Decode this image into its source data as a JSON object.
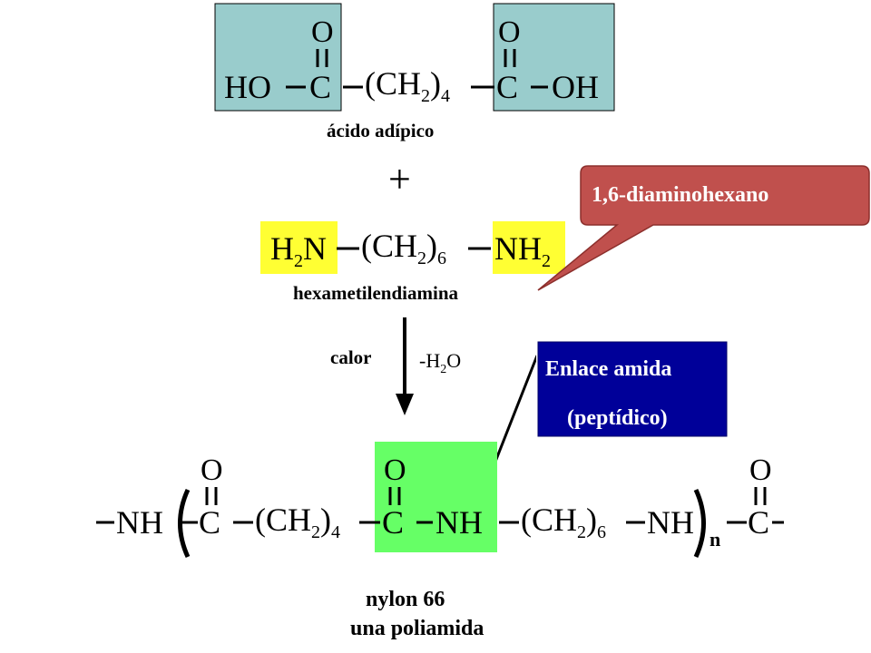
{
  "colors": {
    "carboxyl_box": "#99cccc",
    "amine_box": "#ffff33",
    "amide_box": "#66ff66",
    "callout_red": "#c0504d",
    "callout_blue": "#000099"
  },
  "adipic": {
    "o_left": "O",
    "o_right": "O",
    "ho": "HO",
    "c_left": "C",
    "ch2": "(CH",
    "sub2": "2",
    "close": ")",
    "sub4": "4",
    "c_right": "C",
    "oh": "OH",
    "label": "ácido adípico"
  },
  "plus": "+",
  "diamine": {
    "h": "H",
    "sub2a": "2",
    "n": "N",
    "ch2": "(CH",
    "sub2b": "2",
    "close": ")",
    "sub6": "6",
    "nh": "NH",
    "sub2c": "2",
    "label": "hexametilendiamina"
  },
  "callout_red": {
    "text": "1,6-diaminohexano"
  },
  "reaction": {
    "calor": "calor",
    "water_minus_h": "-H",
    "water_sub": "2",
    "water_o": "O"
  },
  "callout_blue": {
    "line1": "Enlace amida",
    "line2": "(peptídico)"
  },
  "nylon": {
    "nh_left": "NH",
    "o1": "O",
    "c1": "C",
    "ch2_a": "(CH",
    "sub2_a": "2",
    "close_a": ")",
    "sub4": "4",
    "o2": "O",
    "c2": "C",
    "nh_mid": "NH",
    "ch2_b": "(CH",
    "sub2_b": "2",
    "close_b": ")",
    "sub6": "6",
    "nh_right": "NH",
    "n": "n",
    "o3": "O",
    "c3": "C",
    "label1": "nylon 66",
    "label2": "una poliamida"
  }
}
